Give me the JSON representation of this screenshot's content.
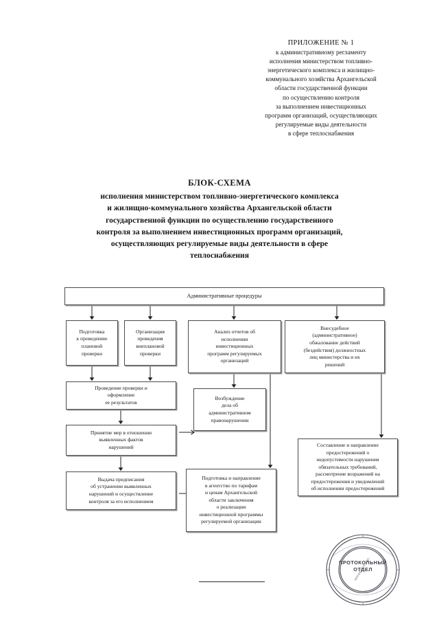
{
  "appendix": {
    "title": "ПРИЛОЖЕНИЕ № 1",
    "lines": [
      "к административному регламенту",
      "исполнения министерством топливно-",
      "энергетического комплекса и жилищно-",
      "коммунального хозяйства Архангельской",
      "области государственной функции",
      "по осуществлению контроля",
      "за выполнением инвестиционных",
      "программ организаций, осуществляющих",
      "регулируемые виды деятельности",
      "в сфере теплоснабжения"
    ]
  },
  "doc_title": {
    "heading": "БЛОК-СХЕМА",
    "lines": [
      "исполнения министерством топливно-энергетического комплекса",
      "и жилищно-коммунального хозяйства Архангельской области",
      "государственной функции по осуществлению государственного",
      "контроля за выполнением инвестиционных программ организаций,",
      "осуществляющих регулируемые виды деятельности в сфере",
      "теплоснабжения"
    ]
  },
  "flowchart": {
    "banner": {
      "label": "Административные процедуры"
    },
    "nodes": {
      "prep_planned": [
        "Подготовка",
        "к проведению",
        "плановой",
        "проверки"
      ],
      "org_unplanned": [
        "Организация",
        "проведения",
        "внеплановой",
        "проверки"
      ],
      "report_analysis": [
        "Анализ отчетов об",
        "исполнении",
        "инвестиционных",
        "программ регулируемых",
        "организаций"
      ],
      "appeal": [
        "Внесудебное",
        "(административное)",
        "обжалование действий",
        "(бездействия) должностных",
        "лиц министерства и их",
        "решений"
      ],
      "inspection": [
        "Проведение проверки и",
        "оформление",
        "ее результатов"
      ],
      "measures": [
        "Принятие мер в отношении",
        "выявленных фактов",
        "нарушений"
      ],
      "admin_case": [
        "Возбуждение",
        "дела об",
        "административном",
        "правонарушении"
      ],
      "order_issue": [
        "Выдача предписания",
        "об устранении выявленных",
        "нарушений и осуществление",
        "контроля за его исполнением"
      ],
      "agency_conclusion": [
        "Подготовка и направление",
        "в агентство по тарифам",
        "и ценам Архангельской",
        "области заключения",
        "о реализации",
        "инвестиционной программы",
        "регулируемой организации"
      ],
      "warnings": [
        "Составление и направление",
        "предостережений о",
        "недопустимости нарушения",
        "обязательных требований,",
        "рассмотрение возражений на",
        "предостережения и уведомлений",
        "об исполнении предостережений"
      ]
    }
  },
  "stamp": {
    "line1": "ПРОТОКОЛЬНЫЙ",
    "line2": "ОТДЕЛ"
  },
  "colors": {
    "ink": "#161616",
    "border": "#4a4a4a",
    "shadow": "#9a9a9a",
    "stamp": "#3c3c46",
    "page": "#ffffff"
  }
}
